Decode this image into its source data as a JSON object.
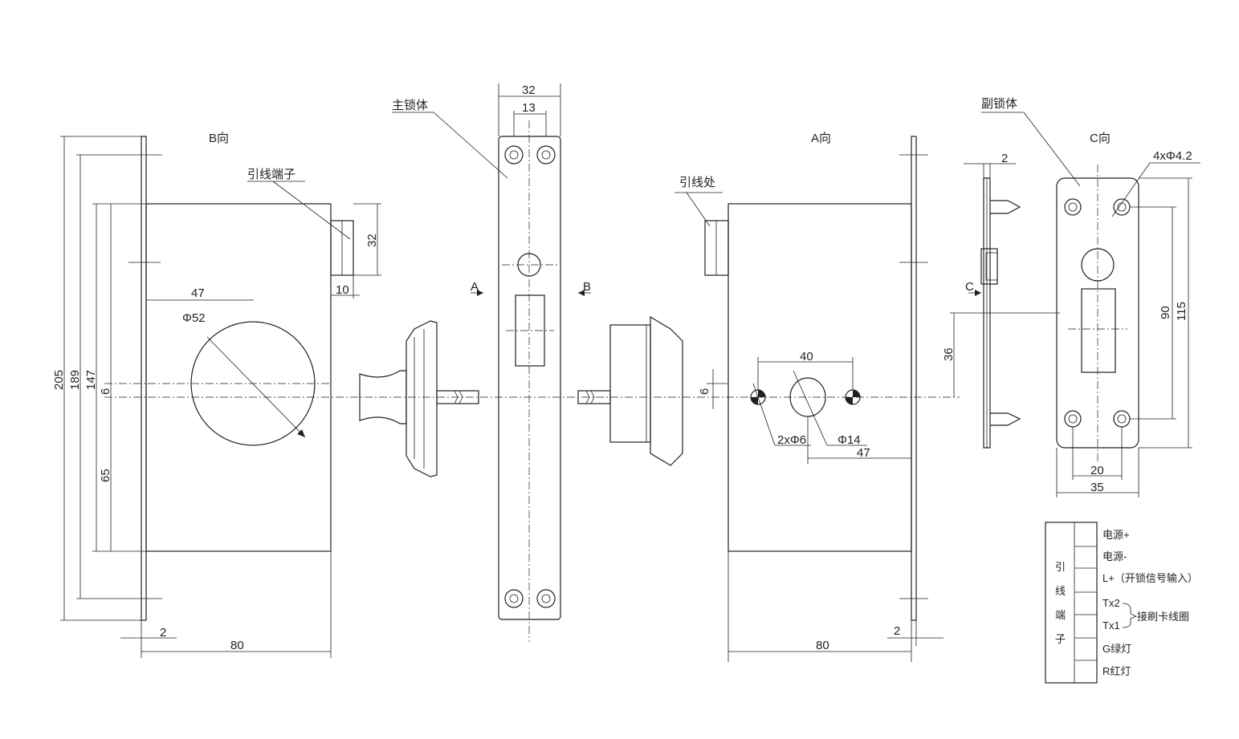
{
  "views": {
    "b_view": "B向",
    "a_view": "A向",
    "c_view": "C向"
  },
  "labels": {
    "main_lock": "主锁体",
    "sub_lock": "副锁体",
    "lead_terminal": "引线端子",
    "lead_point": "引线处",
    "arrow_a": "A",
    "arrow_b": "B",
    "arrow_c": "C"
  },
  "dims": {
    "d205": "205",
    "d189": "189",
    "d147": "147",
    "d6_left": "6",
    "d65": "65",
    "d47_left": "47",
    "phi52": "Φ52",
    "d32_right": "32",
    "d10": "10",
    "d2_left": "2",
    "d80_left": "80",
    "d32_top": "32",
    "d13": "13",
    "d6_mid": "6",
    "d40": "40",
    "two_phi6": "2xΦ6",
    "phi14": "Φ14",
    "d47_right": "47",
    "d80_right": "80",
    "d2_right": "2",
    "d2_side": "2",
    "d36": "36",
    "four_phi42": "4xΦ4.2",
    "d90": "90",
    "d115": "115",
    "d20": "20",
    "d35": "35"
  },
  "terminal_table": {
    "header_chars": [
      "引",
      "线",
      "端",
      "子"
    ],
    "rows": [
      "电源+",
      "电源-",
      "L+（开锁信号输入）",
      "Tx2",
      "Tx1",
      "G绿灯",
      "R红灯"
    ],
    "bracket_label": "接刷卡线圈"
  }
}
